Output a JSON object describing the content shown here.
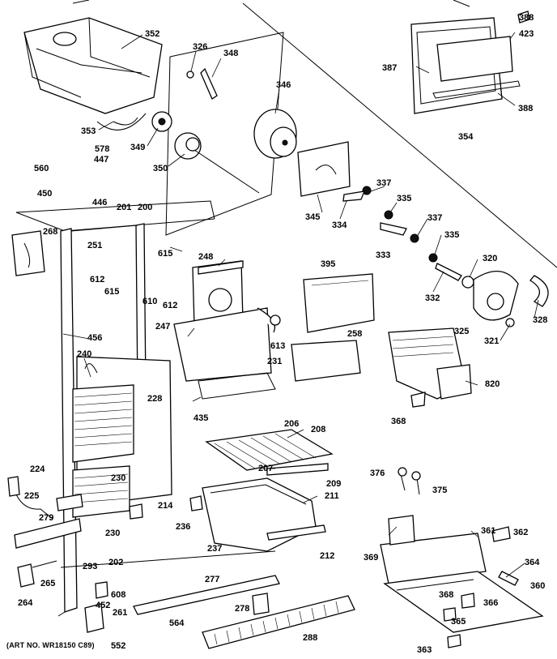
{
  "art_number": "(ART NO. WR18150 C89)",
  "callouts": [
    "352",
    "326",
    "348",
    "346",
    "353",
    "349",
    "350",
    "578",
    "447",
    "560",
    "450",
    "446",
    "201",
    "200",
    "268",
    "251",
    "615",
    "248",
    "395",
    "612",
    "615",
    "610",
    "612",
    "337",
    "335",
    "337",
    "335",
    "320",
    "345",
    "334",
    "333",
    "332",
    "325",
    "321",
    "328",
    "387",
    "388",
    "423",
    "388",
    "354",
    "456",
    "240",
    "247",
    "613",
    "231",
    "258",
    "228",
    "435",
    "820",
    "368",
    "206",
    "208",
    "207",
    "209",
    "211",
    "224",
    "225",
    "279",
    "214",
    "230",
    "230",
    "236",
    "237",
    "212",
    "376",
    "375",
    "361",
    "362",
    "369",
    "364",
    "202",
    "293",
    "264",
    "265",
    "608",
    "452",
    "261",
    "552",
    "277",
    "564",
    "278",
    "288",
    "368",
    "366",
    "365",
    "360",
    "363"
  ]
}
